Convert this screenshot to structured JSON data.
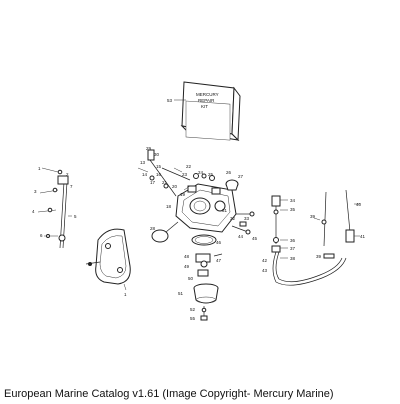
{
  "caption": "European Marine Catalog v1.61 (Image Copyright- Mercury Marine)",
  "kit_label": [
    "MERCURY",
    "REPAIR",
    "KIT"
  ],
  "callouts": {
    "n1": "1",
    "n2": "2",
    "n3": "3",
    "n4": "4",
    "n5": "5",
    "n6": "6",
    "n7": "7",
    "n13": "13",
    "n14": "14",
    "n15": "15",
    "n16": "16",
    "n17": "17",
    "n18": "18",
    "n19": "19",
    "n20": "20",
    "n21": "21",
    "n22": "22",
    "n23": "23",
    "n24": "24",
    "n25": "25",
    "n26": "26",
    "n27": "27",
    "n28": "28",
    "n29": "29",
    "n30": "30",
    "n31": "31",
    "n32": "32",
    "n33": "33",
    "n34": "34",
    "n35": "35",
    "n36": "36",
    "n37": "37",
    "n38": "38",
    "n39": "39",
    "n40": "40",
    "n41": "41",
    "n42": "42",
    "n43": "43",
    "n44": "44",
    "n45": "45",
    "n46": "46",
    "n47": "47",
    "n48": "48",
    "n49": "49",
    "n50": "50",
    "n51": "51",
    "n52": "52",
    "n53": "53",
    "n55": "55"
  }
}
